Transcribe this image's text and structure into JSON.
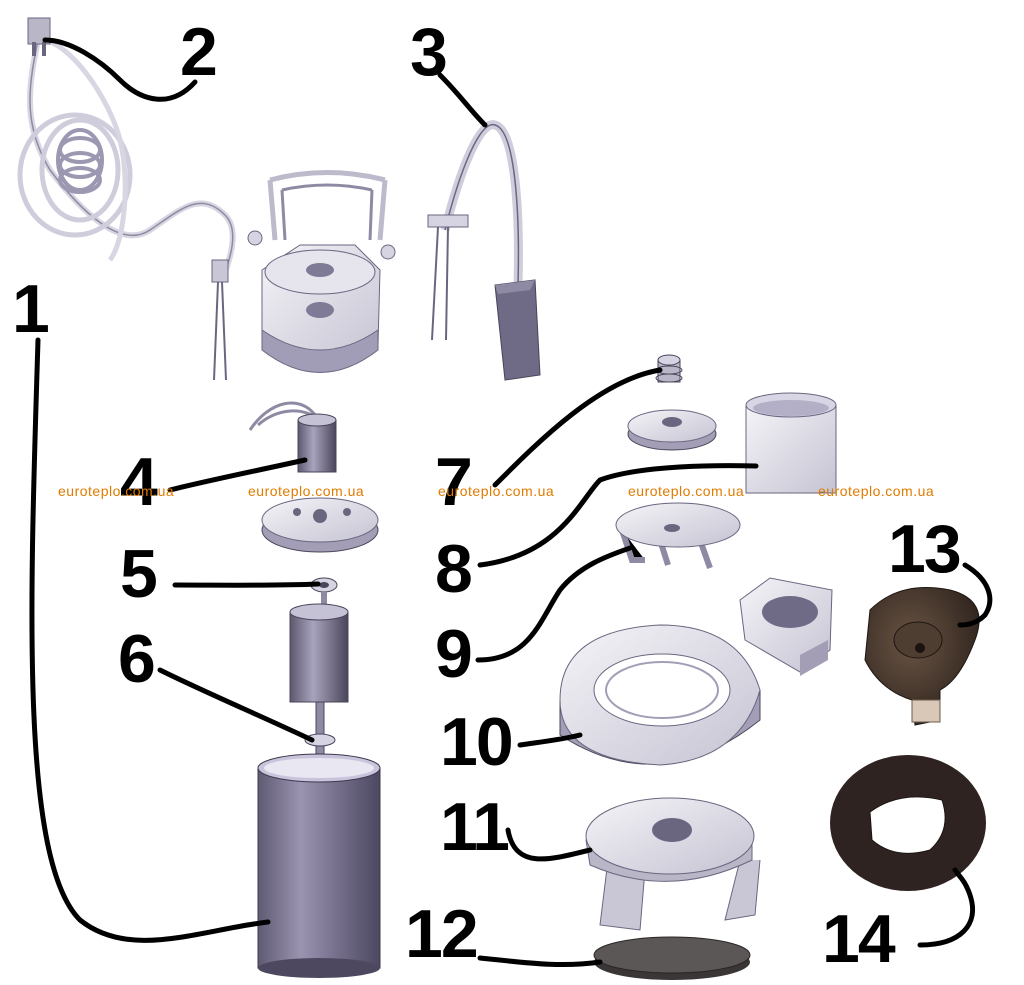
{
  "parts": [
    {
      "id": "1",
      "label": "1"
    },
    {
      "id": "2",
      "label": "2"
    },
    {
      "id": "3",
      "label": "3"
    },
    {
      "id": "4",
      "label": "4"
    },
    {
      "id": "5",
      "label": "5"
    },
    {
      "id": "6",
      "label": "6"
    },
    {
      "id": "7",
      "label": "7"
    },
    {
      "id": "8",
      "label": "8"
    },
    {
      "id": "9",
      "label": "9"
    },
    {
      "id": "10",
      "label": "10"
    },
    {
      "id": "11",
      "label": "11"
    },
    {
      "id": "12",
      "label": "12"
    },
    {
      "id": "13",
      "label": "13"
    },
    {
      "id": "14",
      "label": "14"
    }
  ],
  "watermark": "euroteplo.com.ua",
  "colors": {
    "metal_light": "#e8e8f0",
    "metal_mid": "#c9c7d6",
    "metal_dark": "#7a7590",
    "cylinder": "#8a84a0",
    "rubber": "#2b2727",
    "impeller": "#3a2e25",
    "watermark": "#e07b00"
  }
}
